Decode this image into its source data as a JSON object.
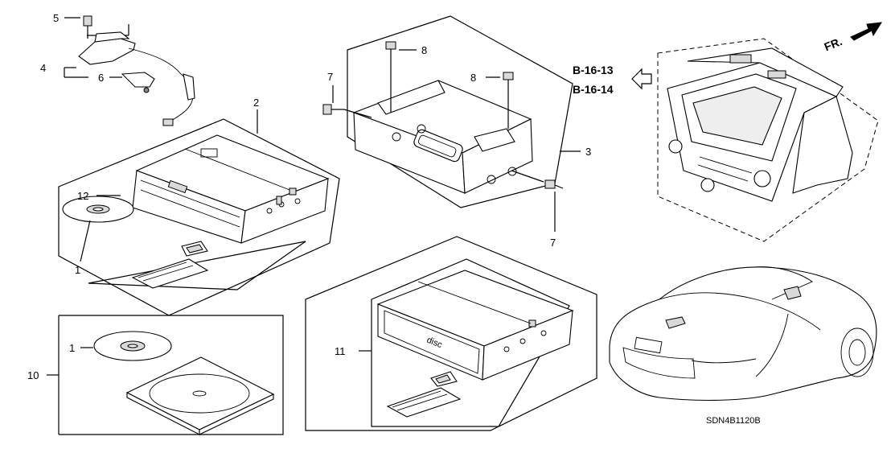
{
  "callouts": [
    "1",
    "1",
    "2",
    "3",
    "4",
    "5",
    "6",
    "7",
    "7",
    "8",
    "8",
    "10",
    "11",
    "12"
  ],
  "references": [
    "B-16-13",
    "B-16-14"
  ],
  "front_label": "FR.",
  "diagram_code": "SDN4B1120B",
  "disc_text": "disc"
}
